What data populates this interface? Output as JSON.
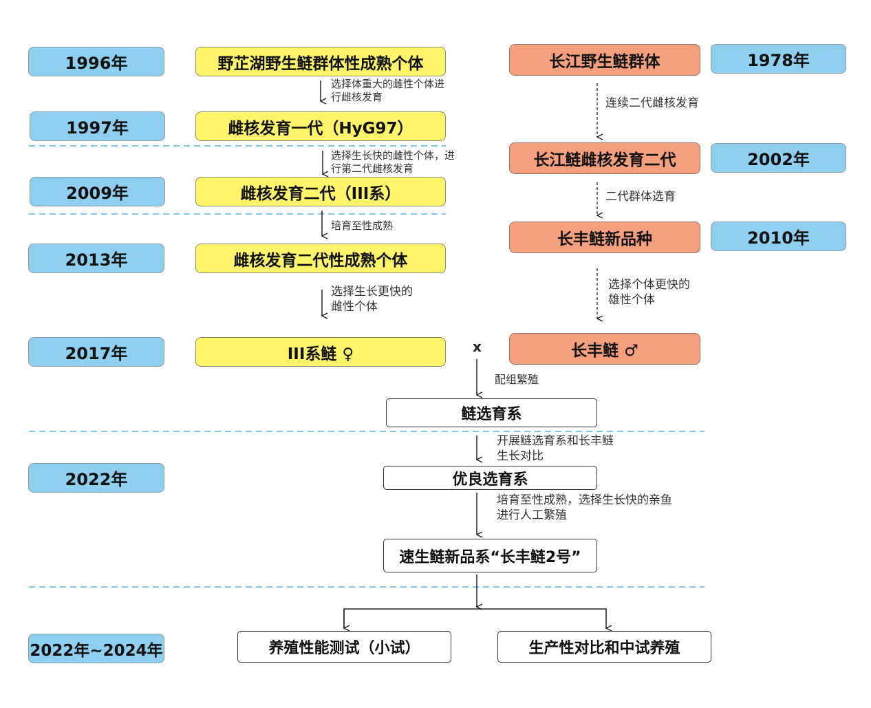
{
  "years": {
    "y1996": "1996年",
    "y1997": "1997年",
    "y2009": "2009年",
    "y2013": "2013年",
    "y2017": "2017年",
    "y2022": "2022年",
    "y2022_2024": "2022年~2024年",
    "y1978": "1978年",
    "y2002": "2002年",
    "y2010": "2010年"
  },
  "left_chain": {
    "wild_population": "野芷湖野生鲢群体性成熟个体",
    "gen1": "雌核发育一代（HyG97）",
    "gen2": "雌核发育二代（III系）",
    "gen2_mature": "雌核发育二代性成熟个体",
    "female": "III系鲢 ♀"
  },
  "right_chain": {
    "yangtze_wild": "长江野生鲢群体",
    "yangtze_gen2": "长江鲢雌核发育二代",
    "changfeng": "长丰鲢新品种",
    "male": "长丰鲢 ♂"
  },
  "center_chain": {
    "selection_line": "鲢选育系",
    "elite_line": "优良选育系",
    "new_strain": "速生鲢新品系“长丰鲢2号”",
    "test_small": "养殖性能测试（小试）",
    "test_mid": "生产性对比和中试养殖"
  },
  "notes": {
    "n1_line1": "选择体重大的雌性个体进",
    "n1_line2": "行雌核发育",
    "n2_line1": "选择生长快的雌性个体，进",
    "n2_line2": "行第二代雌核发育",
    "n3": "培育至性成熟",
    "n4_line1": "选择生长更快的",
    "n4_line2": "雌性个体",
    "r1": "连续二代雌核发育",
    "r2": "二代群体选育",
    "r3_line1": "选择个体更快的",
    "r3_line2": "雄性个体",
    "cross": "x",
    "c1": "配组繁殖",
    "c2_line1": "开展鲢选育系和长丰鲢",
    "c2_line2": "生长对比",
    "c3_line1": "培育至性成熟，选择生长快的亲鱼",
    "c3_line2": "进行人工繁殖"
  },
  "colors": {
    "year_fill": "#8ecff0",
    "left_fill": "#fef56a",
    "right_fill": "#f4a07e",
    "dash_line": "#57b3e6"
  }
}
